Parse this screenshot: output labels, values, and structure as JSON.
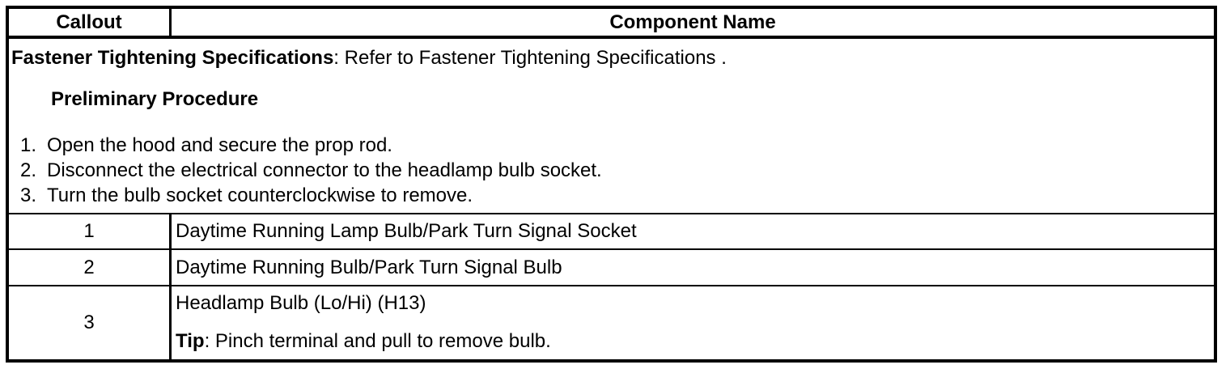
{
  "colors": {
    "border": "#000000",
    "background": "#ffffff",
    "text": "#000000"
  },
  "table": {
    "header": {
      "callout": "Callout",
      "component_name": "Component Name"
    },
    "intro": {
      "spec_label": "Fastener Tightening Specifications",
      "spec_rest": ": Refer to Fastener Tightening Specifications .",
      "preliminary_heading": "Preliminary Procedure",
      "steps": [
        {
          "num": "1.",
          "text": "Open the hood and secure the prop rod."
        },
        {
          "num": "2.",
          "text": "Disconnect the electrical connector to the headlamp bulb socket."
        },
        {
          "num": "3.",
          "text": "Turn the bulb socket counterclockwise to remove."
        }
      ]
    },
    "rows": [
      {
        "callout": "1",
        "component": "Daytime Running Lamp Bulb/Park Turn Signal Socket"
      },
      {
        "callout": "2",
        "component": "Daytime Running Bulb/Park Turn Signal Bulb"
      },
      {
        "callout": "3",
        "component": "Headlamp Bulb (Lo/Hi) (H13)",
        "tip_label": "Tip",
        "tip_rest": ": Pinch terminal and pull to remove bulb."
      }
    ]
  }
}
